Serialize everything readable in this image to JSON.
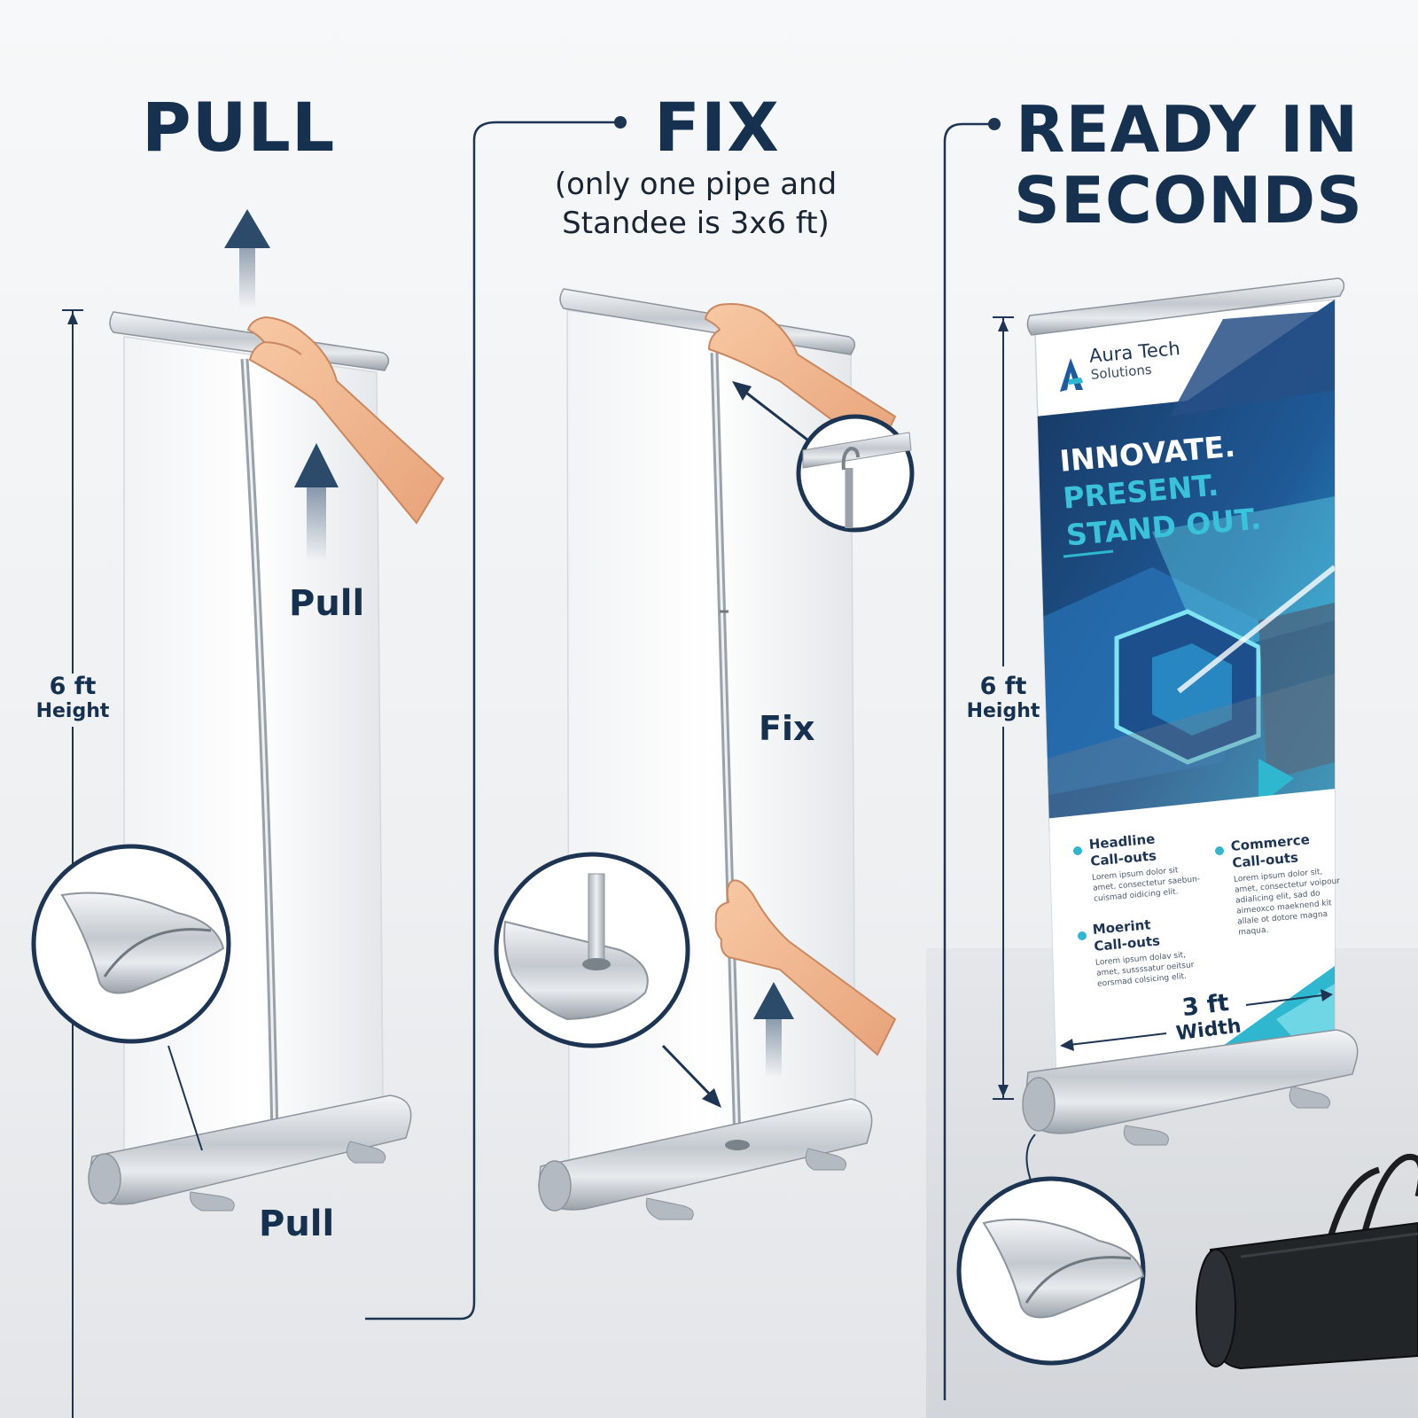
{
  "steps": [
    {
      "heading": "PULL",
      "labels": [
        "Pull",
        "Pull"
      ],
      "dimension": {
        "value": "6 ft",
        "label": "Height"
      }
    },
    {
      "heading": "FIX",
      "note_line1": "(only one pipe and",
      "note_line2": "Standee is 3x6 ft)",
      "labels": [
        "Fix"
      ]
    },
    {
      "heading_line1": "READY IN",
      "heading_line2": "SECONDS",
      "dimension_height": {
        "value": "6 ft",
        "label": "Height"
      },
      "dimension_width": {
        "value": "3 ft",
        "label": "Width"
      }
    }
  ],
  "banner": {
    "brand_name": "Aura Tech",
    "brand_sub": "Solutions",
    "tagline1": "INNOVATE.",
    "tagline2": "PRESENT.",
    "tagline3": "STAND OUT.",
    "callouts": [
      {
        "title1": "Headline",
        "title2": "Call-outs",
        "body": [
          "Lorem ipsum dolor sit",
          "amet, consectetur saebun-",
          "cuismad oidicing elit."
        ]
      },
      {
        "title1": "Commerce",
        "title2": "Call-outs",
        "body": [
          "Lorem ipsum dolor sit,",
          "amet, consectetur voipour",
          "adialicing elit, sad do",
          "aimeoxco maeknend kit",
          "allale ot dotore magna",
          "maqua."
        ]
      },
      {
        "title1": "Moerint",
        "title2": "Call-outs",
        "body": [
          "Lorem ipsum dolav sit,",
          "amet, sussssatur oeitsur",
          "eorsmad colsicing elit."
        ]
      }
    ]
  },
  "colors": {
    "navy": "#16314f",
    "accent": "#2fb7cf",
    "blue": "#1f6fb5",
    "metal": "#c9ced4"
  }
}
